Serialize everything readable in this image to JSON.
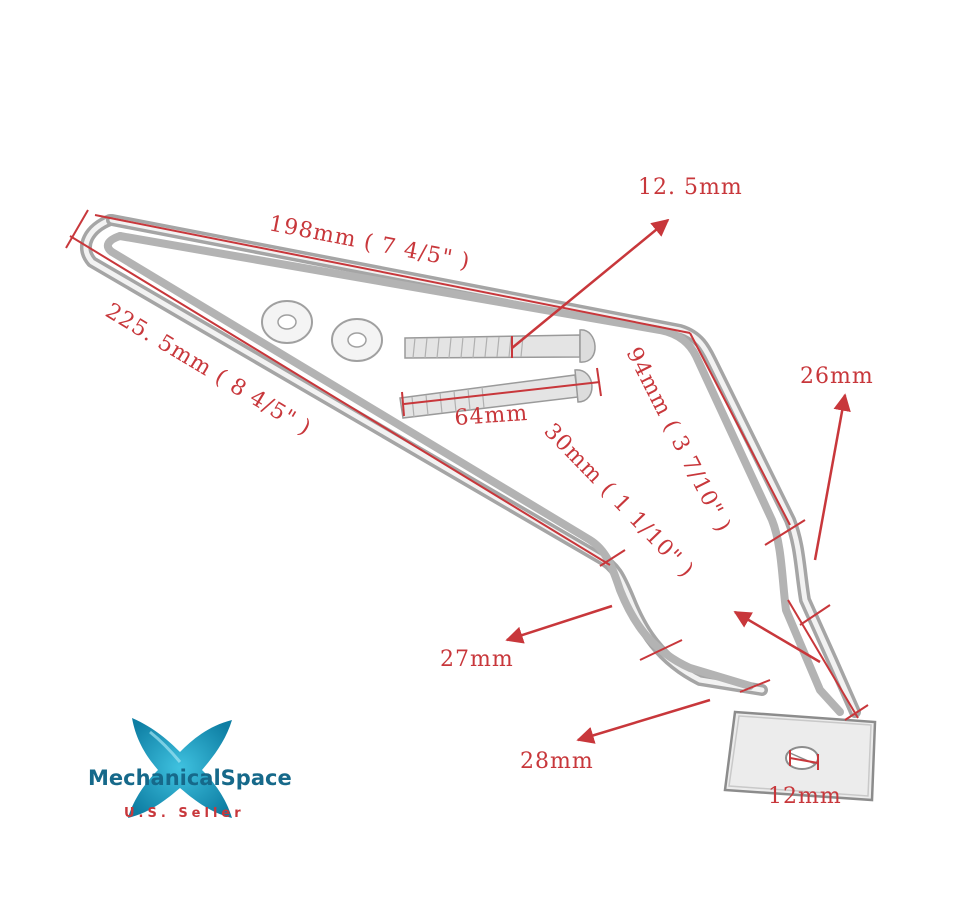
{
  "diagram": {
    "labels": {
      "screw_diameter": "12. 5mm",
      "top_length": "198mm ( 7 4/5\" )",
      "short_length": "64mm",
      "side_length": "94mm ( 3 7/10\" )",
      "width_26": "26mm",
      "outer_length": "225. 5mm ( 8 4/5\" )",
      "inner_length": "30mm ( 1 1/10\" )",
      "width_27": "27mm",
      "width_28": "28mm",
      "slot_width": "12mm"
    },
    "colors": {
      "dimension": "#c8373b",
      "frame": "#9a9a9a",
      "frame_light": "#e6e6e6"
    }
  },
  "logo": {
    "name": "MechanicalSpace",
    "tagline": "U.S. Seller",
    "colors": {
      "x_mark": "#1fa5c9",
      "text": "#16698a",
      "tagline": "#c8373b"
    }
  }
}
